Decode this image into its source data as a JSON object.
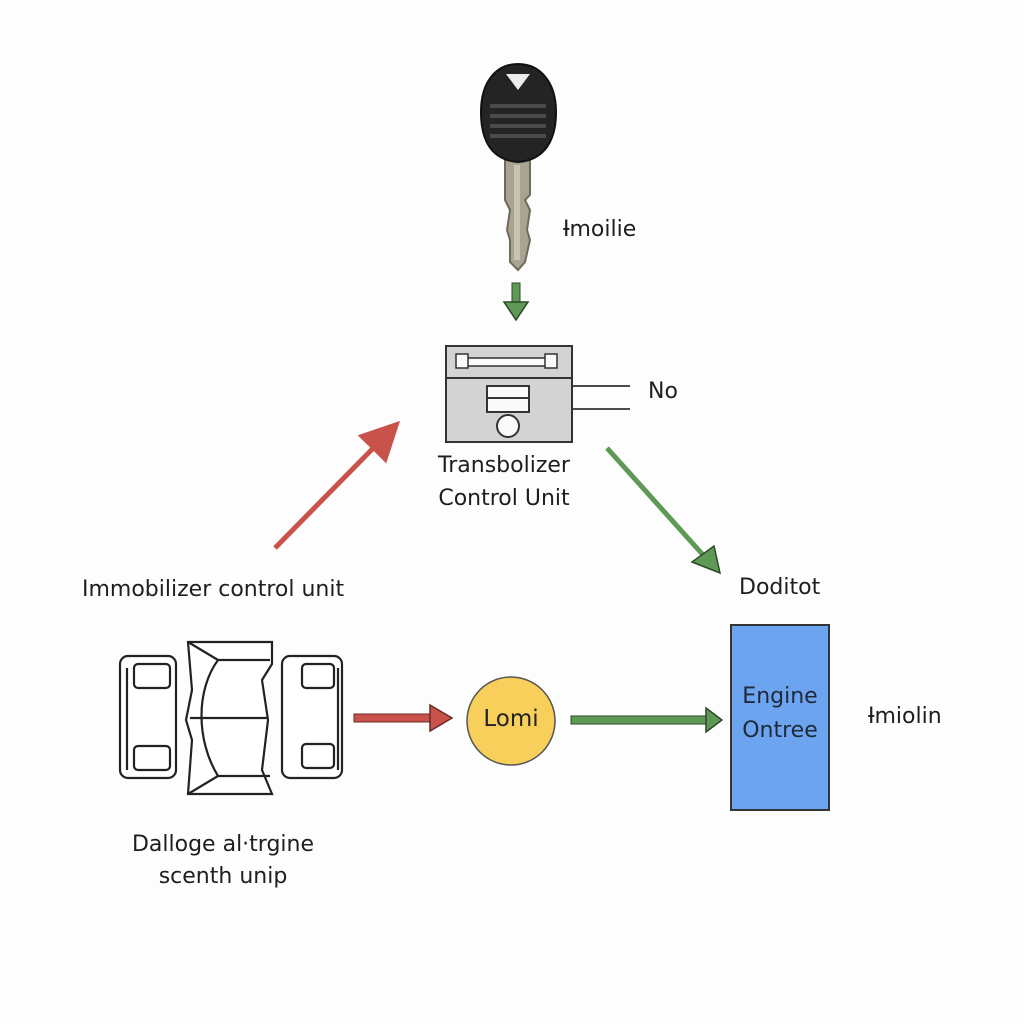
{
  "labels": {
    "key_label": "Ɨmoilie",
    "unit_side_label": "No",
    "unit_line1": "Transbolizer",
    "unit_line2": "Control Unit",
    "immobilizer_label": "Immobilizer control unit",
    "output_label": "Doditot",
    "engine_line1": "Engine",
    "engine_line2": "Ontree",
    "right_label": "Ɨmiolin",
    "circle_label": "Lomi",
    "engine_desc_line1": "Dalloge al·trgine",
    "engine_desc_line2": "scenth unip"
  },
  "colors": {
    "green_arrow": "#5e9a55",
    "red_arrow": "#c9524a",
    "engine_box": "#6da4ef",
    "circle": "#f7cf5a",
    "unit_box": "#d3d3d3"
  }
}
